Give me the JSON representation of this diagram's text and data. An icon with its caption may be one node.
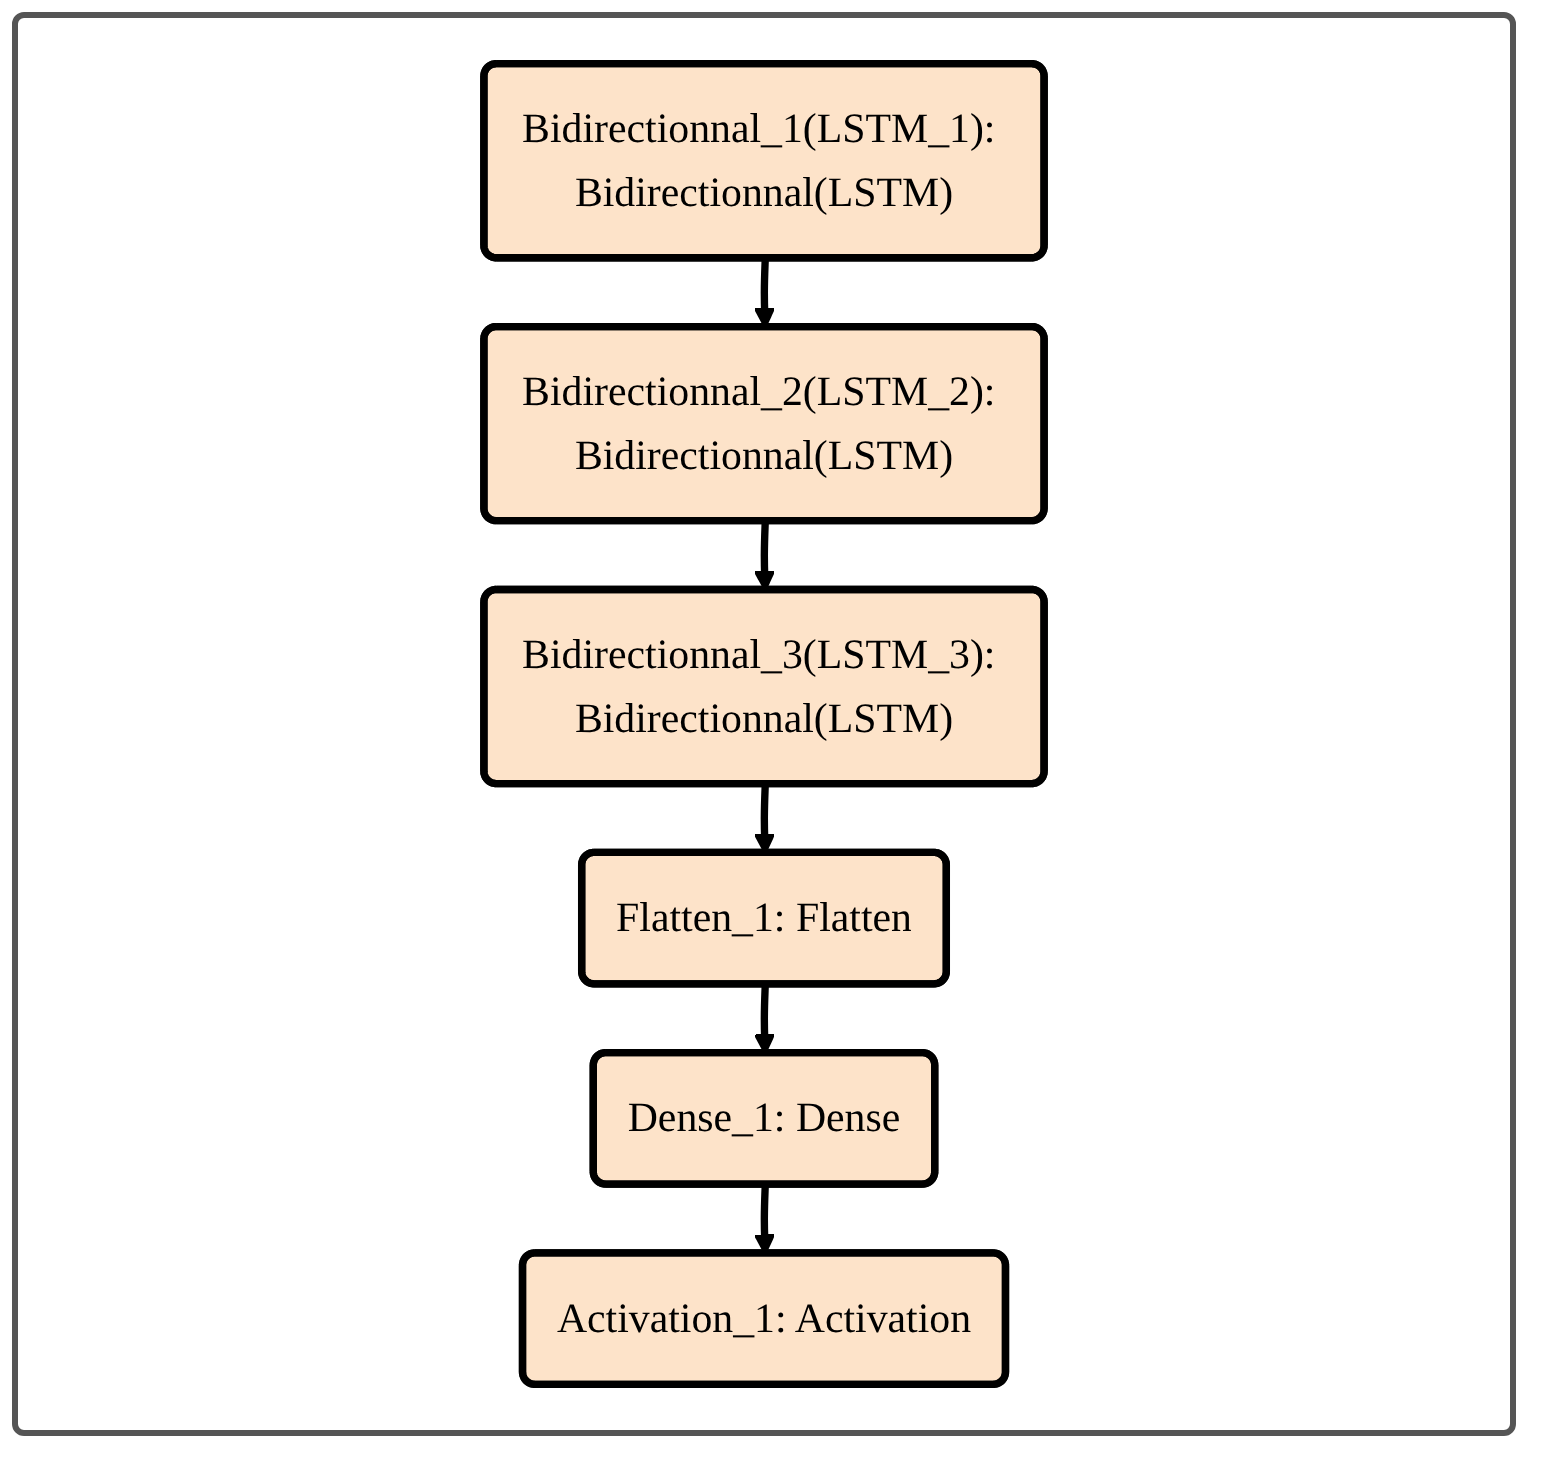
{
  "diagram": {
    "nodes": [
      {
        "text": [
          "Bidirectionnal_1(LSTM_1): Bidirectionnal(LSTM)"
        ]
      },
      {
        "text": [
          "Bidirectionnal_2(LSTM_2): Bidirectionnal(LSTM)"
        ]
      },
      {
        "text": [
          "Bidirectionnal_3(LSTM_3): Bidirectionnal(LSTM)"
        ]
      },
      {
        "text": [
          "Flatten_1: Flatten"
        ]
      },
      {
        "text": [
          "Dense_1: Dense"
        ]
      },
      {
        "text": [
          "Activation_1: Activation"
        ]
      }
    ],
    "edges": [
      {
        "from": 0,
        "to": 1,
        "arrow": "to"
      },
      {
        "from": 1,
        "to": 2,
        "arrow": "to"
      },
      {
        "from": 2,
        "to": 3,
        "arrow": "to"
      },
      {
        "from": 3,
        "to": 4,
        "arrow": "to"
      },
      {
        "from": 4,
        "to": 5,
        "arrow": "to"
      }
    ]
  }
}
